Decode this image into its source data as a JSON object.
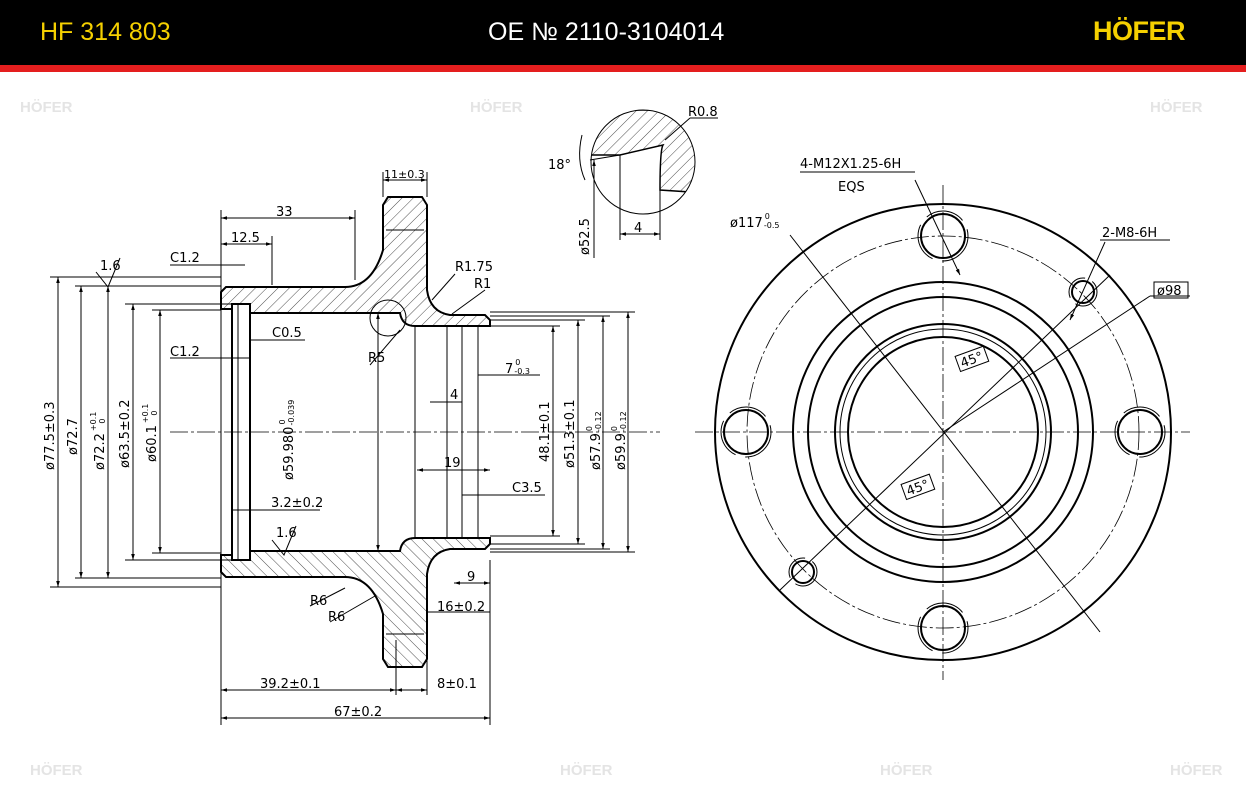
{
  "header": {
    "part_number": "HF 314 803",
    "oe_number": "OE № 2110-3104014",
    "brand": "HÖFER"
  },
  "colors": {
    "header_bg": "#000000",
    "accent_red": "#e41e1e",
    "brand_yellow": "#f5d000"
  },
  "watermark": "HÖFER",
  "section_view": {
    "dims": {
      "d33": "33",
      "d11": "11±0.3",
      "d12_5": "12.5",
      "c1_2_top": "C1.2",
      "rough_top": "1.6",
      "r1_75": "R1.75",
      "r1": "R1",
      "c0_5": "C0.5",
      "c1_2_mid": "C1.2",
      "r5": "R5",
      "d4": "4",
      "d19": "19",
      "c3_5": "C3.5",
      "d3_2": "3.2±0.2",
      "rough_bottom": "1.6",
      "d9": "9",
      "r6_a": "R6",
      "r6_b": "R6",
      "d16": "16±0.2",
      "d39_2": "39.2±0.1",
      "d8": "8±0.1",
      "d67": "67±0.2"
    },
    "d7": {
      "main": "7",
      "up": "0",
      "low": "-0.3"
    },
    "diameters": {
      "d77_5": "ø77.5±0.3",
      "d72_7": "ø72.7",
      "d72_2": {
        "main": "ø72.2",
        "up": "+0.1",
        "low": "0"
      },
      "d63_5": "ø63.5±0.2",
      "d60_1": {
        "main": "ø60.1",
        "up": "+0.1",
        "low": "0"
      },
      "d59_98": {
        "main": "ø59.980",
        "up": "0",
        "low": "-0.039"
      },
      "d48_1": "48.1±0.1",
      "d51_3": "ø51.3±0.1",
      "d57_9": {
        "main": "ø57.9",
        "up": "0",
        "low": "-0.12"
      },
      "d59_9": {
        "main": "ø59.9",
        "up": "0",
        "low": "-0.12"
      }
    }
  },
  "detail_view": {
    "r0_8": "R0.8",
    "angle": "18°",
    "d52_5": "ø52.5",
    "d4": "4"
  },
  "front_view": {
    "thread_main": "4-M12X1.25-6H",
    "eqs": "EQS",
    "d117": {
      "main": "ø117",
      "up": "0",
      "low": "-0.5"
    },
    "thread_small": "2-M8-6H",
    "d98": "ø98",
    "angle_a": "45°",
    "angle_b": "45°"
  }
}
